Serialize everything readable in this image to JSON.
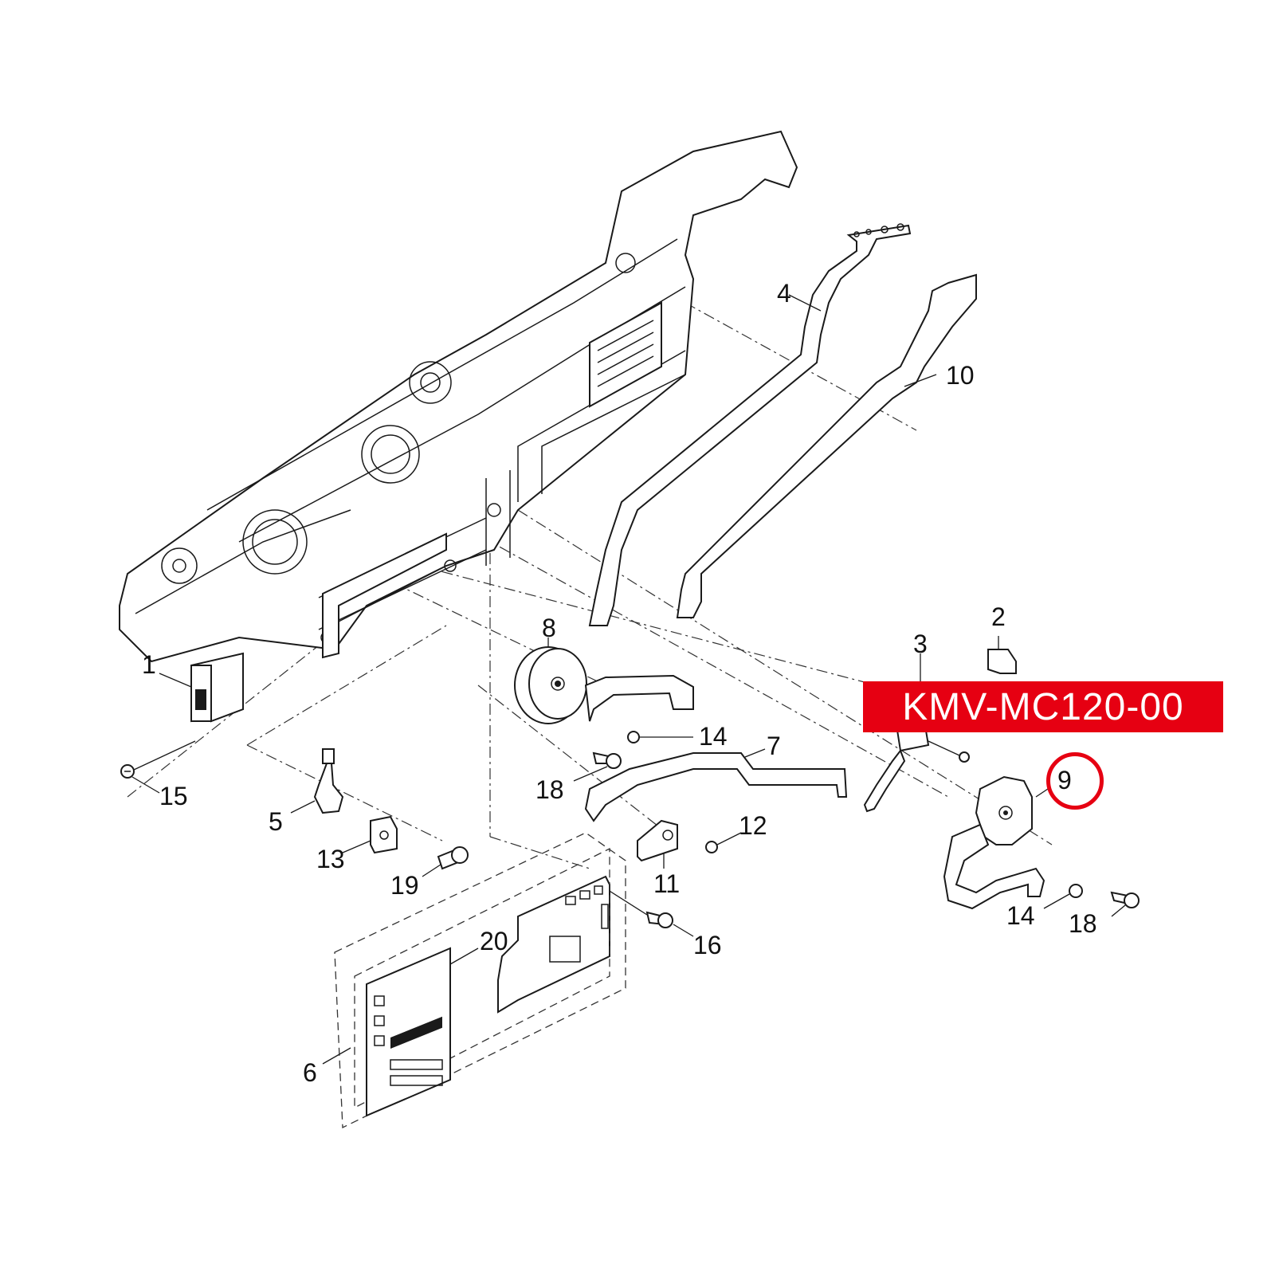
{
  "highlight": {
    "part_number": "KMV-MC120-00",
    "selected_callout": "9",
    "badge_color": "#e60012",
    "ring_color": "#e60012"
  },
  "callouts": {
    "c1": "1",
    "c2": "2",
    "c3": "3",
    "c4": "4",
    "c5": "5",
    "c6": "6",
    "c7": "7",
    "c8": "8",
    "c9": "9",
    "c10": "10",
    "c11": "11",
    "c12": "12",
    "c13": "13",
    "c14a": "14",
    "c14b": "14",
    "c15": "15",
    "c16": "16",
    "c18a": "18",
    "c18b": "18",
    "c19": "19",
    "c20": "20"
  }
}
